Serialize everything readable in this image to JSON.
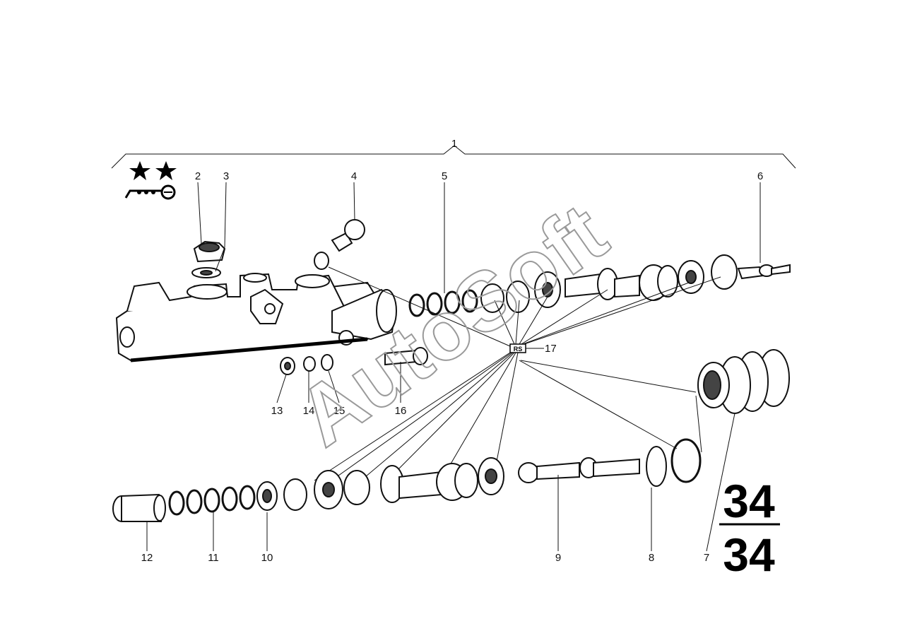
{
  "watermark": "AutoSoft",
  "section_number_top": "34",
  "section_number_bottom": "34",
  "icons": [
    "star-icon",
    "star-icon",
    "vehicle-key-symbol-icon"
  ],
  "callouts": [
    {
      "id": "c1",
      "label": "1"
    },
    {
      "id": "c2",
      "label": "2"
    },
    {
      "id": "c3",
      "label": "3"
    },
    {
      "id": "c4",
      "label": "4"
    },
    {
      "id": "c5",
      "label": "5"
    },
    {
      "id": "c6",
      "label": "6"
    },
    {
      "id": "c7",
      "label": "7"
    },
    {
      "id": "c8",
      "label": "8"
    },
    {
      "id": "c9",
      "label": "9"
    },
    {
      "id": "c10",
      "label": "10"
    },
    {
      "id": "c11",
      "label": "11"
    },
    {
      "id": "c12",
      "label": "12"
    },
    {
      "id": "c13",
      "label": "13"
    },
    {
      "id": "c14",
      "label": "14"
    },
    {
      "id": "c15",
      "label": "15"
    },
    {
      "id": "c16",
      "label": "16"
    },
    {
      "id": "c17",
      "label": "17"
    }
  ],
  "repair_kit_badge": "RS"
}
